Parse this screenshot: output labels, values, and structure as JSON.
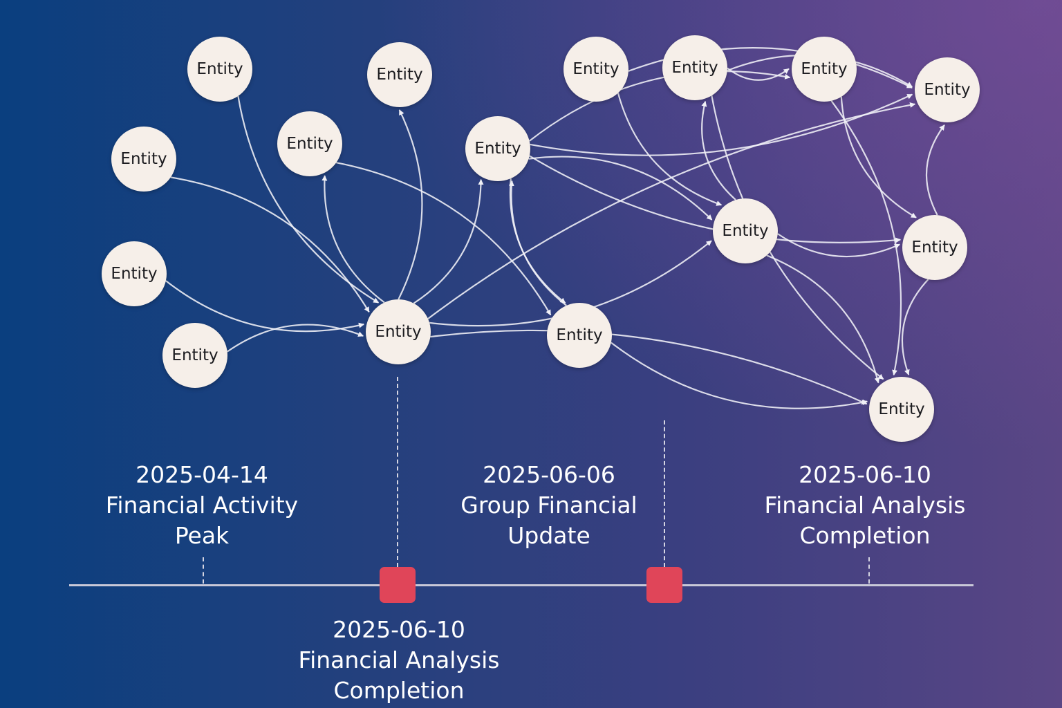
{
  "colors": {
    "edge": "#f1f1f7",
    "node_fill": "#f6efe9",
    "marker": "#e04559",
    "axis": "#c9c9d8"
  },
  "nodes": [
    {
      "id": "n1",
      "label": "Entity"
    },
    {
      "id": "n2",
      "label": "Entity"
    },
    {
      "id": "n3",
      "label": "Entity"
    },
    {
      "id": "n4",
      "label": "Entity"
    },
    {
      "id": "n5",
      "label": "Entity"
    },
    {
      "id": "n6",
      "label": "Entity"
    },
    {
      "id": "n7",
      "label": "Entity"
    },
    {
      "id": "n8",
      "label": "Entity"
    },
    {
      "id": "n9",
      "label": "Entity"
    },
    {
      "id": "n10",
      "label": "Entity"
    },
    {
      "id": "n11",
      "label": "Entity"
    },
    {
      "id": "n12",
      "label": "Entity"
    },
    {
      "id": "n13",
      "label": "Entity"
    },
    {
      "id": "n14",
      "label": "Entity"
    },
    {
      "id": "n15",
      "label": "Entity"
    },
    {
      "id": "n16",
      "label": "Entity"
    }
  ],
  "edges": [
    {
      "from": "n1",
      "to": "n7"
    },
    {
      "from": "n3",
      "to": "n7"
    },
    {
      "from": "n4",
      "to": "n7"
    },
    {
      "from": "n5",
      "to": "n7"
    },
    {
      "from": "n7",
      "to": "n2"
    },
    {
      "from": "n7",
      "to": "n6"
    },
    {
      "from": "n7",
      "to": "n8"
    },
    {
      "from": "n6",
      "to": "n10"
    },
    {
      "from": "n7",
      "to": "n13"
    },
    {
      "from": "n7",
      "to": "n16"
    },
    {
      "from": "n8",
      "to": "n10"
    },
    {
      "from": "n8",
      "to": "n12"
    },
    {
      "from": "n8",
      "to": "n14"
    },
    {
      "from": "n8",
      "to": "n13"
    },
    {
      "from": "n8",
      "to": "n15"
    },
    {
      "from": "n10",
      "to": "n8"
    },
    {
      "from": "n11",
      "to": "n12"
    },
    {
      "from": "n11",
      "to": "n14"
    },
    {
      "from": "n11",
      "to": "n16"
    },
    {
      "from": "n12",
      "to": "n16"
    },
    {
      "from": "n13",
      "to": "n15"
    },
    {
      "from": "n13",
      "to": "n16"
    },
    {
      "from": "n15",
      "to": "n16"
    },
    {
      "from": "n15",
      "to": "n14"
    },
    {
      "from": "n10",
      "to": "n16"
    },
    {
      "from": "n7",
      "to": "n14"
    },
    {
      "from": "n9",
      "to": "n13"
    },
    {
      "from": "n9",
      "to": "n14"
    },
    {
      "from": "n12",
      "to": "n15"
    },
    {
      "from": "n13",
      "to": "n11"
    }
  ],
  "events": [
    {
      "date": "2025-04-14",
      "line1": "Financial Activity",
      "line2": "Peak",
      "position": "above"
    },
    {
      "date": "2025-06-10",
      "line1": "Financial Analysis",
      "line2": "Completion",
      "position": "below"
    },
    {
      "date": "2025-06-06",
      "line1": "Group Financial",
      "line2": "Update",
      "position": "above"
    },
    {
      "date": "2025-06-10",
      "line1": "Financial Analysis",
      "line2": "Completion",
      "position": "above"
    }
  ]
}
